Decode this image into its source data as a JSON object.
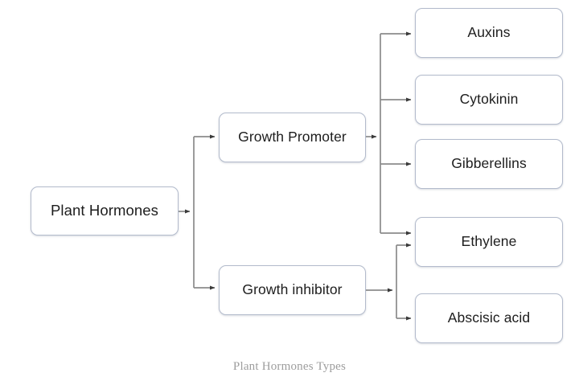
{
  "diagram": {
    "caption": "Plant Hormones Types",
    "root": {
      "label": "Plant Hormones"
    },
    "categories": [
      {
        "label": "Growth Promoter"
      },
      {
        "label": "Growth inhibitor"
      }
    ],
    "hormones": [
      {
        "label": "Auxins"
      },
      {
        "label": "Cytokinin"
      },
      {
        "label": "Gibberellins"
      },
      {
        "label": "Ethylene"
      },
      {
        "label": "Abscisic acid"
      }
    ],
    "colors": {
      "box_border": "#b3bbcc",
      "box_fill": "#ffffff",
      "connector": "#6e6e6e",
      "label_text": "#1d1d1d",
      "caption_text": "#9d9d9d",
      "background": "#ffffff"
    }
  }
}
